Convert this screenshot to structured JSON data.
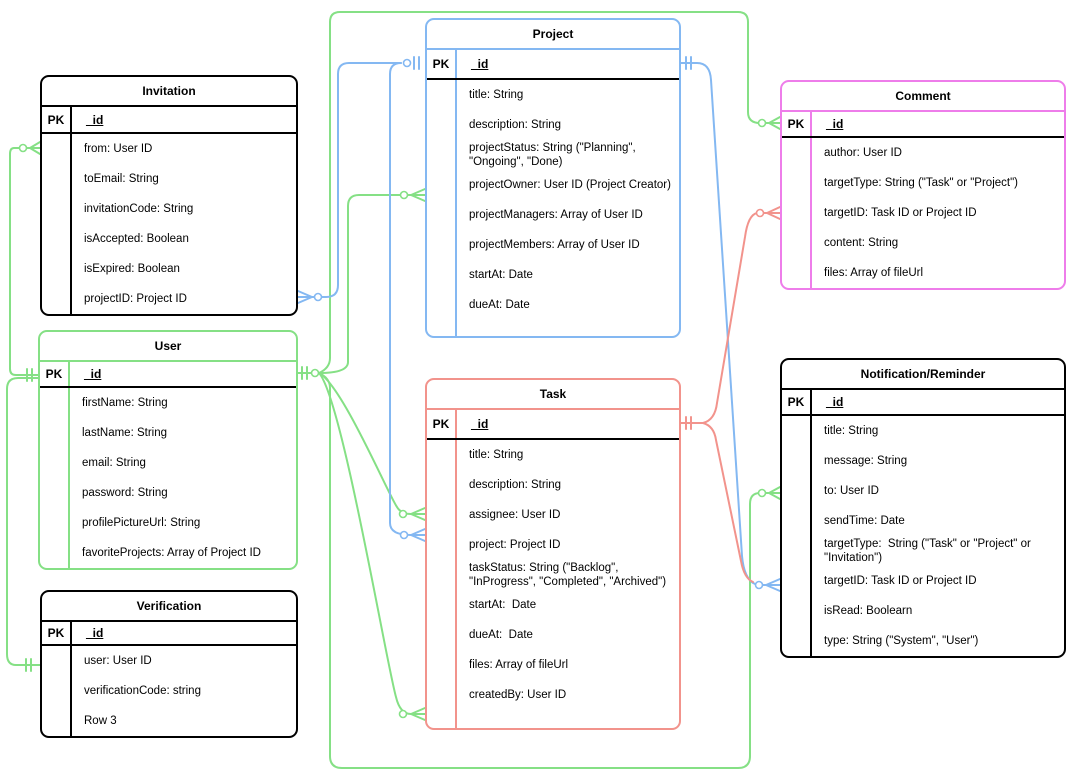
{
  "diagram": {
    "palette": {
      "green": "#85e085",
      "blue": "#84b8f2",
      "red": "#f2938c",
      "pink": "#ee7dea",
      "black": "#000000"
    },
    "entities": [
      {
        "id": "invitation",
        "title": "Invitation",
        "color": "#000000",
        "pk_label": "PK",
        "pk_field": "_id",
        "rows": [
          "from: User ID",
          "toEmail: String",
          "invitationCode: String",
          "isAccepted: Boolean",
          "isExpired: Boolean",
          "projectID: Project ID"
        ]
      },
      {
        "id": "user",
        "title": "User",
        "color": "#85e085",
        "pk_label": "PK",
        "pk_field": "_id",
        "rows": [
          "firstName: String",
          "lastName: String",
          "email: String",
          "password: String",
          "profilePictureUrl: String",
          "favoriteProjects: Array of Project ID"
        ]
      },
      {
        "id": "verification",
        "title": "Verification",
        "color": "#000000",
        "pk_label": "PK",
        "pk_field": "_id",
        "rows": [
          "user: User ID",
          "verificationCode: string",
          "Row 3"
        ]
      },
      {
        "id": "project",
        "title": "Project",
        "color": "#84b8f2",
        "pk_label": "PK",
        "pk_field": "_id",
        "rows": [
          "title: String",
          "description: String",
          [
            "projectStatus: String (\"Planning\",",
            "\"Ongoing\", \"Done)"
          ],
          "projectOwner: User ID (Project Creator)",
          "projectManagers: Array of User ID",
          "projectMembers: Array of User ID",
          "startAt: Date",
          "dueAt: Date"
        ]
      },
      {
        "id": "task",
        "title": "Task",
        "color": "#f2938c",
        "pk_label": "PK",
        "pk_field": "_id",
        "rows": [
          "title: String",
          "description: String",
          "assignee: User ID",
          "project: Project ID",
          [
            "taskStatus: String (\"Backlog\",",
            "\"InProgress\", \"Completed\", \"Archived\")"
          ],
          "startAt:  Date",
          "dueAt:  Date",
          "files: Array of fileUrl",
          "createdBy: User ID"
        ]
      },
      {
        "id": "comment",
        "title": "Comment",
        "color": "#ee7dea",
        "pk_label": "PK",
        "pk_field": "_id",
        "rows": [
          "author: User ID",
          "targetType: String (\"Task\" or \"Project\")",
          "targetID: Task ID or Project ID",
          "content: String",
          "files: Array of fileUrl"
        ]
      },
      {
        "id": "notification",
        "title": "Notification/Reminder",
        "color": "#000000",
        "pk_label": "PK",
        "pk_field": "_id",
        "rows": [
          "title: String",
          "message: String",
          "to: User ID",
          "sendTime: Date",
          [
            "targetType:  String (\"Task\" or \"Project\" or",
            "\"Invitation\")"
          ],
          "targetID: Task ID or Project ID",
          "isRead: Boolearn",
          "type: String (\"System\", \"User\")"
        ]
      }
    ],
    "relationships": [
      {
        "from": "User",
        "to": "Invitation.from",
        "notation": "one to zero-or-many",
        "color": "#85e085"
      },
      {
        "from": "User",
        "to": "Verification.user",
        "notation": "one to one",
        "color": "#85e085"
      },
      {
        "from": "User",
        "to": "Project.projectOwner",
        "notation": "one to zero-or-many",
        "color": "#85e085"
      },
      {
        "from": "User",
        "to": "Task.assignee",
        "notation": "one to zero-or-many",
        "color": "#85e085"
      },
      {
        "from": "User",
        "to": "Task.createdBy",
        "notation": "one to zero-or-many",
        "color": "#85e085"
      },
      {
        "from": "User",
        "to": "Comment._id",
        "notation": "one to zero-or-many",
        "color": "#85e085"
      },
      {
        "from": "User",
        "to": "Notification.to",
        "notation": "one to zero-or-many",
        "color": "#85e085"
      },
      {
        "from": "Project",
        "to": "Invitation.projectID",
        "notation": "one to zero-or-many",
        "color": "#84b8f2"
      },
      {
        "from": "Project",
        "to": "Task.project",
        "notation": "one to zero-or-many",
        "color": "#84b8f2"
      },
      {
        "from": "Project",
        "to": "Notification.targetID",
        "notation": "one to zero-or-many",
        "color": "#84b8f2"
      },
      {
        "from": "Task",
        "to": "Comment.targetID",
        "notation": "one to zero-or-many",
        "color": "#f2938c"
      },
      {
        "from": "Task",
        "to": "Notification.targetID",
        "notation": "one to zero-or-many",
        "color": "#f2938c"
      }
    ]
  }
}
